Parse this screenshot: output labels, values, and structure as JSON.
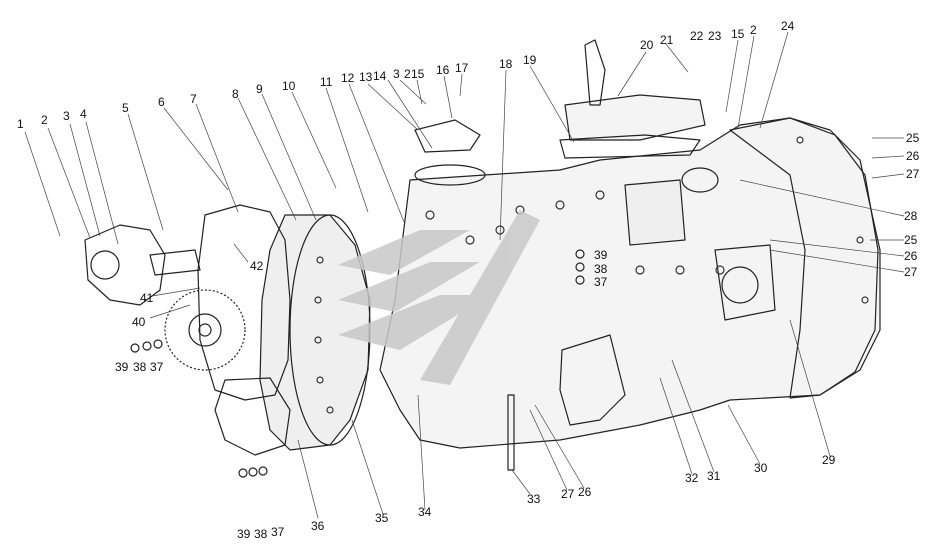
{
  "colors": {
    "ink": "#222222",
    "fill": "#f4f4f4",
    "shade": "#d9d9d9",
    "watermark": "#c8c8c8"
  },
  "watermark": {
    "icon": "logo-watermark-icon"
  },
  "callouts": [
    {
      "label": "1"
    },
    {
      "label": "2"
    },
    {
      "label": "3"
    },
    {
      "label": "4"
    },
    {
      "label": "5"
    },
    {
      "label": "6"
    },
    {
      "label": "7"
    },
    {
      "label": "8"
    },
    {
      "label": "9"
    },
    {
      "label": "10"
    },
    {
      "label": "11"
    },
    {
      "label": "12"
    },
    {
      "label": "13"
    },
    {
      "label": "14"
    },
    {
      "label": "3"
    },
    {
      "label": "2"
    },
    {
      "label": "15"
    },
    {
      "label": "16"
    },
    {
      "label": "17"
    },
    {
      "label": "18"
    },
    {
      "label": "19"
    },
    {
      "label": "20"
    },
    {
      "label": "21"
    },
    {
      "label": "22"
    },
    {
      "label": "23"
    },
    {
      "label": "15"
    },
    {
      "label": "2"
    },
    {
      "label": "24"
    },
    {
      "label": "25"
    },
    {
      "label": "26"
    },
    {
      "label": "27"
    },
    {
      "label": "28"
    },
    {
      "label": "25"
    },
    {
      "label": "26"
    },
    {
      "label": "27"
    },
    {
      "label": "39"
    },
    {
      "label": "38"
    },
    {
      "label": "37"
    },
    {
      "label": "42"
    },
    {
      "label": "41"
    },
    {
      "label": "40"
    },
    {
      "label": "39"
    },
    {
      "label": "38"
    },
    {
      "label": "37"
    },
    {
      "label": "36"
    },
    {
      "label": "35"
    },
    {
      "label": "34"
    },
    {
      "label": "33"
    },
    {
      "label": "27"
    },
    {
      "label": "26"
    },
    {
      "label": "32"
    },
    {
      "label": "31"
    },
    {
      "label": "30"
    },
    {
      "label": "29"
    },
    {
      "label": "39"
    },
    {
      "label": "38"
    },
    {
      "label": "37"
    }
  ]
}
